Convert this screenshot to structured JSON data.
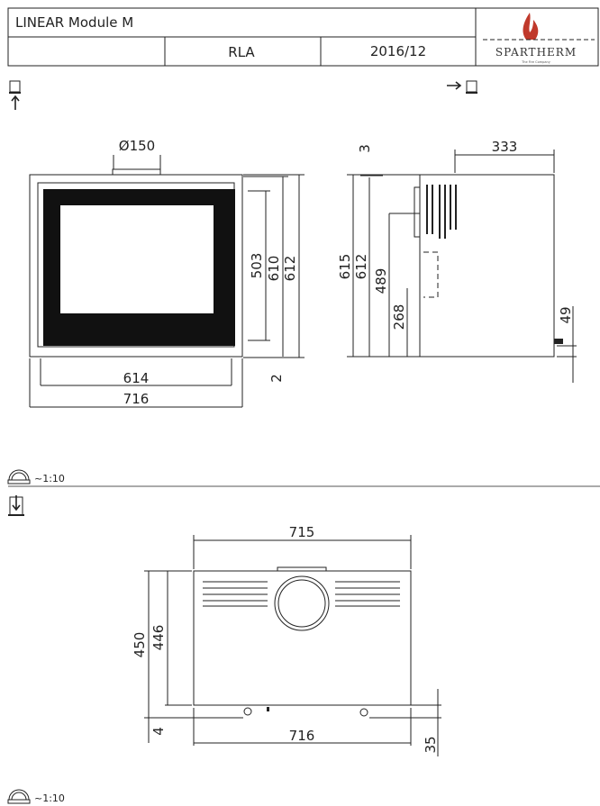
{
  "header": {
    "title": "LINEAR Module M",
    "code": "RLA",
    "date": "2016/12",
    "brand": "SPARTHERM",
    "brand_tagline": "The Fire Company"
  },
  "front_view": {
    "flue": "Ø150",
    "dims": {
      "glass_height": "503",
      "height_inner": "610",
      "height_outer": "612",
      "bottom_offset": "2",
      "inner_width": "614",
      "outer_width": "716"
    }
  },
  "side_view": {
    "dims": {
      "depth": "333",
      "top_offset": "3",
      "h615": "615",
      "h612": "612",
      "h489": "489",
      "h268": "268",
      "h49": "49"
    }
  },
  "top_view": {
    "dims": {
      "width_top": "715",
      "depth_450": "450",
      "depth_446": "446",
      "offset_4": "4",
      "width_bottom": "716",
      "offset_35": "35"
    }
  },
  "scale": "~1:10",
  "brand_colors": {
    "flame": "#c0392b"
  }
}
